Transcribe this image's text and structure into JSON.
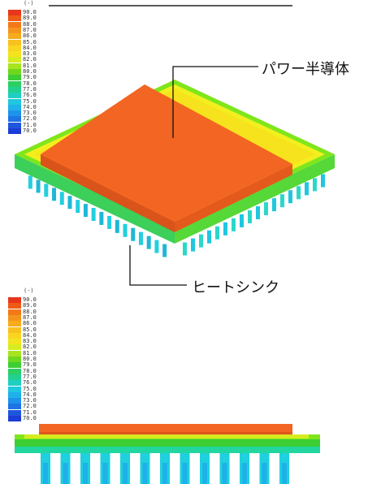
{
  "legend": {
    "unit": "(-)",
    "values": [
      "90.0",
      "89.0",
      "88.0",
      "87.0",
      "86.0",
      "85.0",
      "84.0",
      "83.0",
      "82.0",
      "81.0",
      "80.0",
      "79.0",
      "78.0",
      "77.0",
      "76.0",
      "75.0",
      "74.0",
      "73.0",
      "72.0",
      "71.0",
      "70.0"
    ],
    "colors": [
      "#e8361c",
      "#ef5a16",
      "#f27818",
      "#f5941c",
      "#f7ab1c",
      "#f9c11e",
      "#fad51f",
      "#f4e31f",
      "#d6ec1f",
      "#a8e41e",
      "#6fd81c",
      "#3cce34",
      "#2bcf62",
      "#22d18f",
      "#1fcfc0",
      "#1fc7df",
      "#1fb1e9",
      "#1e93ea",
      "#1e74e6",
      "#1e56dd",
      "#1c3dd6"
    ]
  },
  "callouts": {
    "semiconductor": "パワー半導体",
    "heatsink": "ヒートシンク"
  },
  "palette": {
    "chip": "#f26522",
    "chip_edge": "#d9531a",
    "yellow": "#f2ef1e",
    "green": "#7fe61c",
    "cyan": "#22d6c9",
    "fin": "#1fd0de",
    "fin_dark": "#1fb8d6"
  }
}
